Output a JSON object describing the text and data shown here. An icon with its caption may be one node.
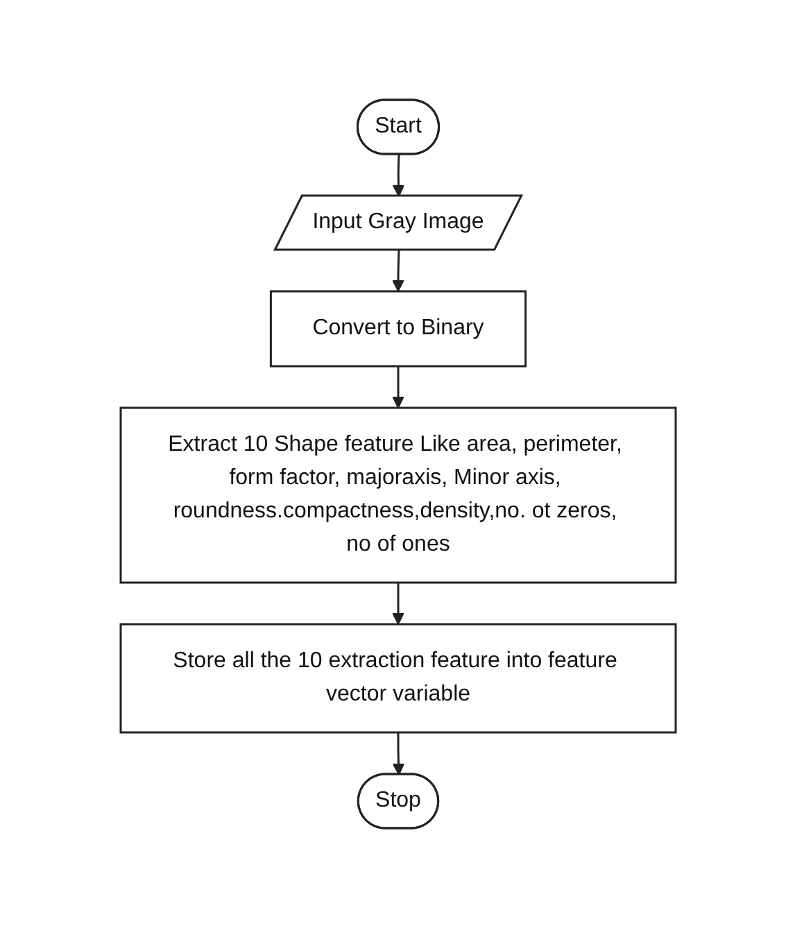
{
  "diagram": {
    "nodes": [
      {
        "text": [
          "Start"
        ]
      },
      {
        "text": [
          "Input Gray Image"
        ]
      },
      {
        "text": [
          "Convert to Binary"
        ]
      },
      {
        "text": [
          "Extract 10 Shape feature Like area, perimeter, form factor, majoraxis, Minor axis, roundness.compactness,density,no. ot zeros, no of ones"
        ]
      },
      {
        "text": [
          "Store all the 10 extraction feature into feature vector variable"
        ]
      },
      {
        "text": [
          "Stop"
        ]
      }
    ],
    "edges": [
      {
        "from": 0,
        "to": 1,
        "arrow": "to"
      },
      {
        "from": 1,
        "to": 2,
        "arrow": "to"
      },
      {
        "from": 2,
        "to": 3,
        "arrow": "to"
      },
      {
        "from": 3,
        "to": 4,
        "arrow": "to"
      },
      {
        "from": 4,
        "to": 5,
        "arrow": "to"
      }
    ]
  }
}
